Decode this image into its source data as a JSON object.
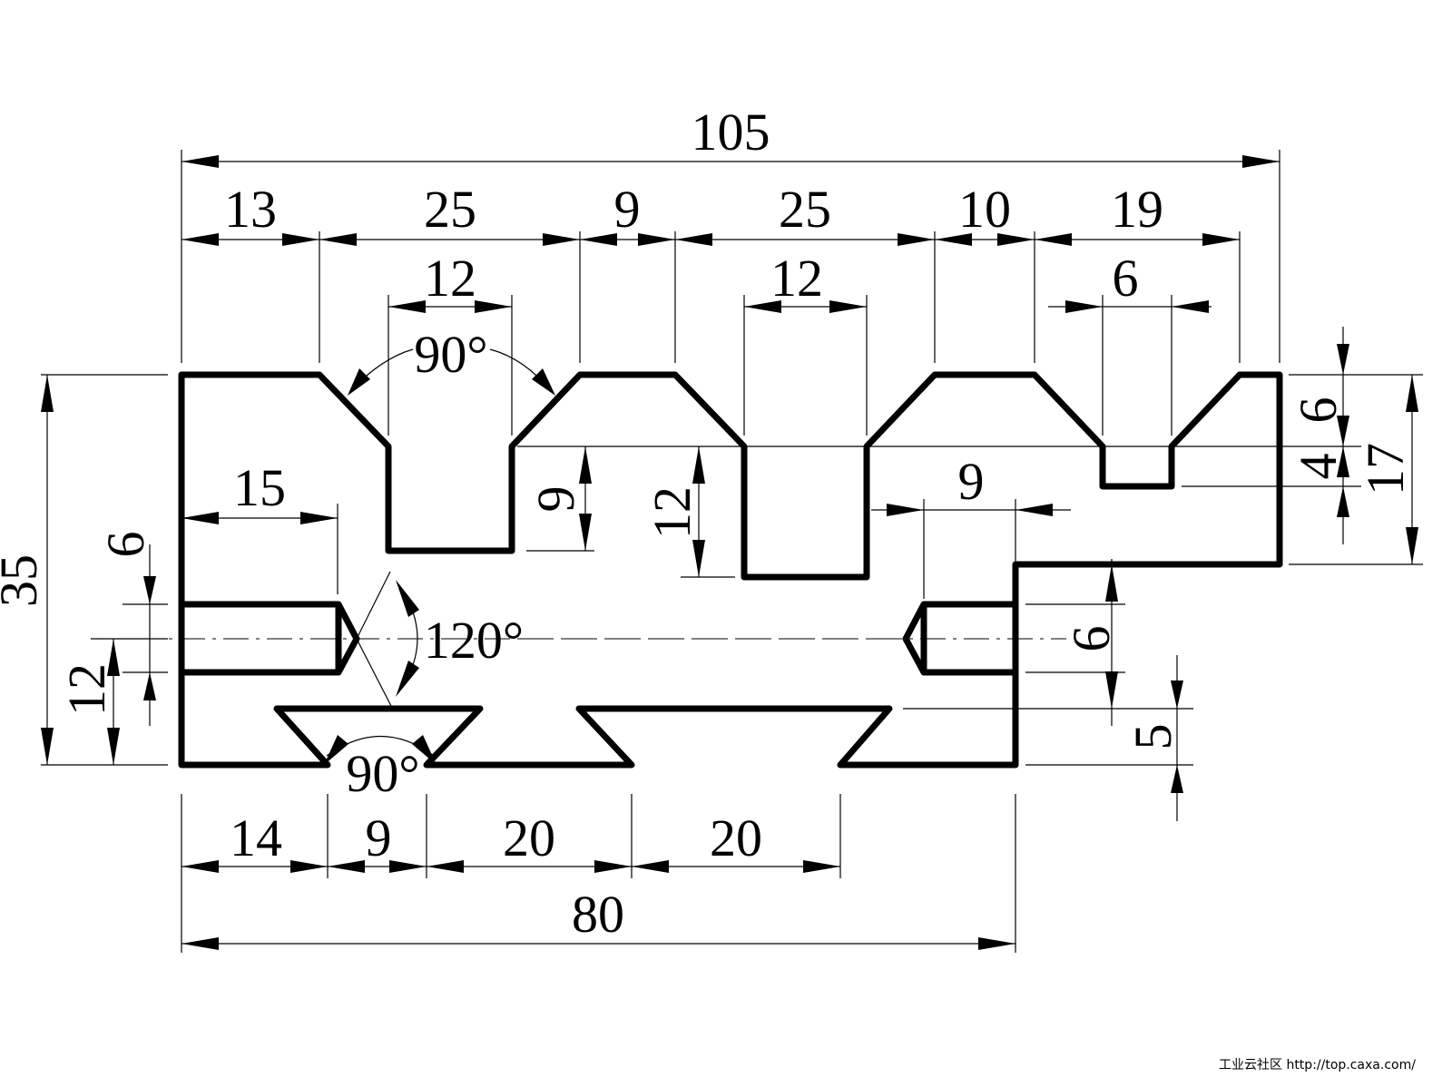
{
  "drawing": {
    "title": "Profile part engineering drawing",
    "overall": {
      "width_top": "105",
      "width_bottom": "80",
      "height": "35"
    },
    "top_dimensions": [
      "13",
      "25",
      "9",
      "25",
      "10",
      "19"
    ],
    "groove_widths": [
      "12",
      "12",
      "6"
    ],
    "top_angle": "90°",
    "groove_depths": {
      "groove1_depth": "9",
      "groove2_depth": "12",
      "right_step_6": "6",
      "right_step_4": "4",
      "right_height_17": "17"
    },
    "holes": {
      "left_hole_depth": "15",
      "left_hole_dia": "6",
      "left_hole_center_height": "12",
      "drill_angle": "120°",
      "right_hole_depth": "9",
      "right_hole_dia": "6"
    },
    "dovetail": {
      "depth": "5",
      "angle": "90°"
    },
    "bottom_dimensions": [
      "14",
      "9",
      "20",
      "20"
    ]
  },
  "watermark": {
    "text": "工业云社区 http://top.caxa.com/"
  }
}
